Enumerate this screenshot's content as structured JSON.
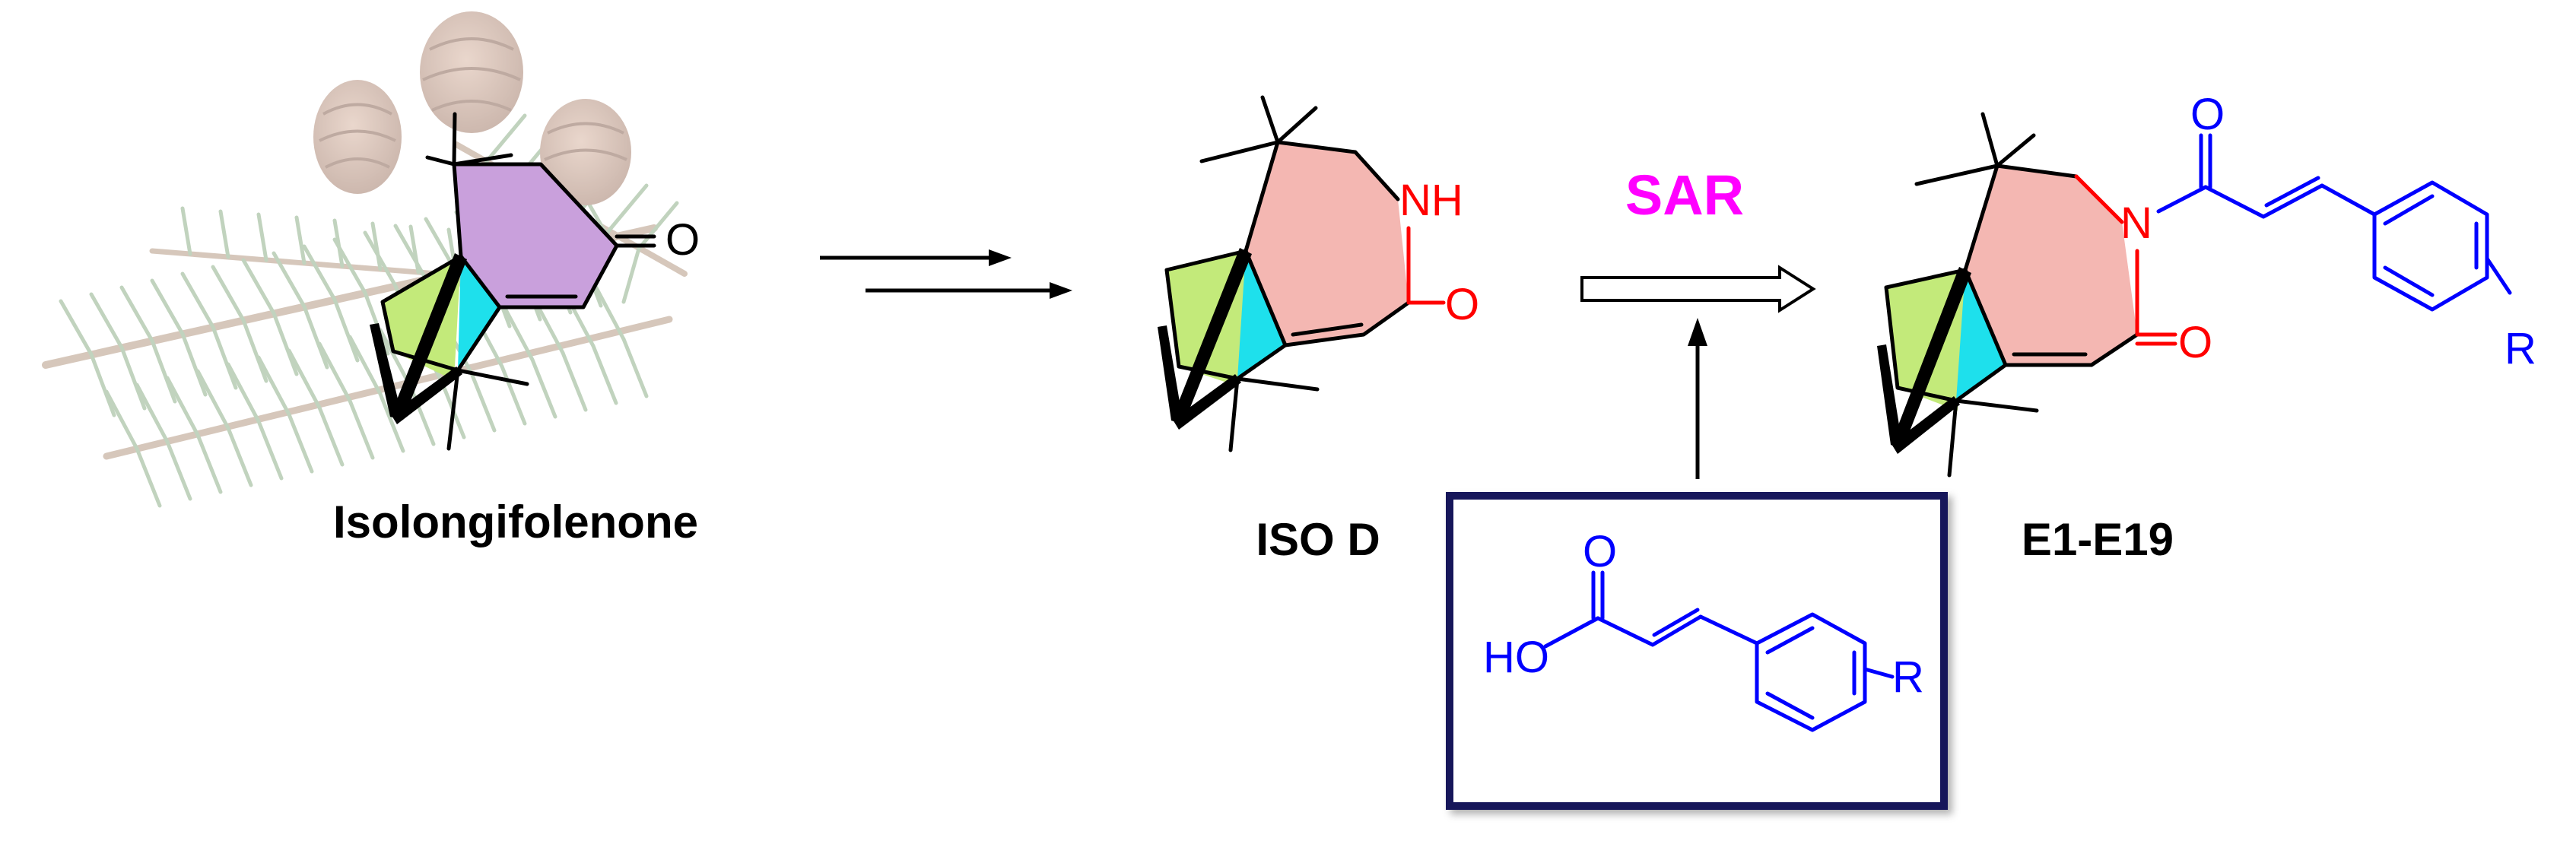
{
  "compounds": {
    "start": {
      "name": "Isolongifolenone",
      "carbonyl_atom": "O"
    },
    "intermediate": {
      "name": "ISO D",
      "nh_label": "NH",
      "carbonyl_atom": "O"
    },
    "product": {
      "name": "E1-E19",
      "n_atom": "N",
      "ring_carbonyl_atom": "O",
      "acyl_carbonyl_atom": "O",
      "substituent": "R"
    }
  },
  "reagent": {
    "oh_label": "HO",
    "carbonyl_atom": "O",
    "substituent": "R"
  },
  "arrows": {
    "sar_label": "SAR"
  },
  "background_image": {
    "subject": "pine-branch-and-cones"
  },
  "colors": {
    "ring_purple": "#c9a0dc",
    "ring_pink": "#f4b7b2",
    "bridge_green": "#c3ea7a",
    "bridge_cyan": "#1ee0ec",
    "hetero_red": "#ff0000",
    "acyl_blue": "#0000ff",
    "sar_magenta": "#ff00ff",
    "box_navy": "#14145a"
  }
}
